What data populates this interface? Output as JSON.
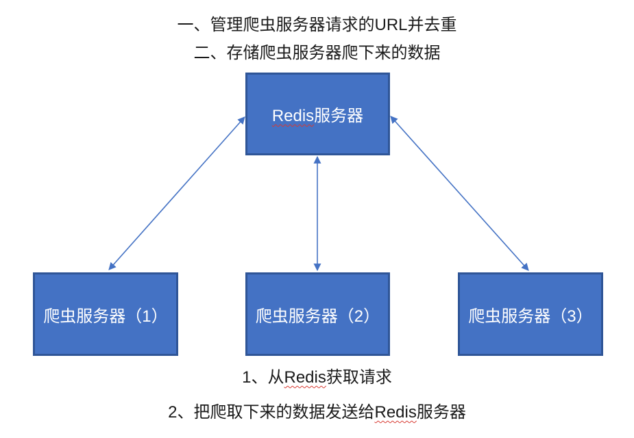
{
  "colors": {
    "box_fill": "#4472C4",
    "box_border": "#2F5597",
    "arrow": "#4472C4",
    "caption_text": "#1A1A1A",
    "box_text": "#FFFFFF",
    "squiggle": "#D83931",
    "canvas_bg": "#FFFFFF"
  },
  "captions": {
    "top_line1": "一、管理爬虫服务器请求的URL并去重",
    "top_line2": "二、存储爬虫服务器爬下来的数据",
    "bottom_line1": {
      "prefix": "1、从",
      "underlined": "Redis",
      "suffix": "获取请求"
    },
    "bottom_line2": {
      "prefix": "2、把爬取下来的数据发送给",
      "underlined": "Redis",
      "suffix": "服务器"
    }
  },
  "nodes": {
    "redis": {
      "underlined": "Redis",
      "suffix": "服务器"
    },
    "crawler1": {
      "label": "爬虫服务器（1）"
    },
    "crawler2": {
      "label": "爬虫服务器（2）"
    },
    "crawler3": {
      "label": "爬虫服务器（3）"
    }
  }
}
